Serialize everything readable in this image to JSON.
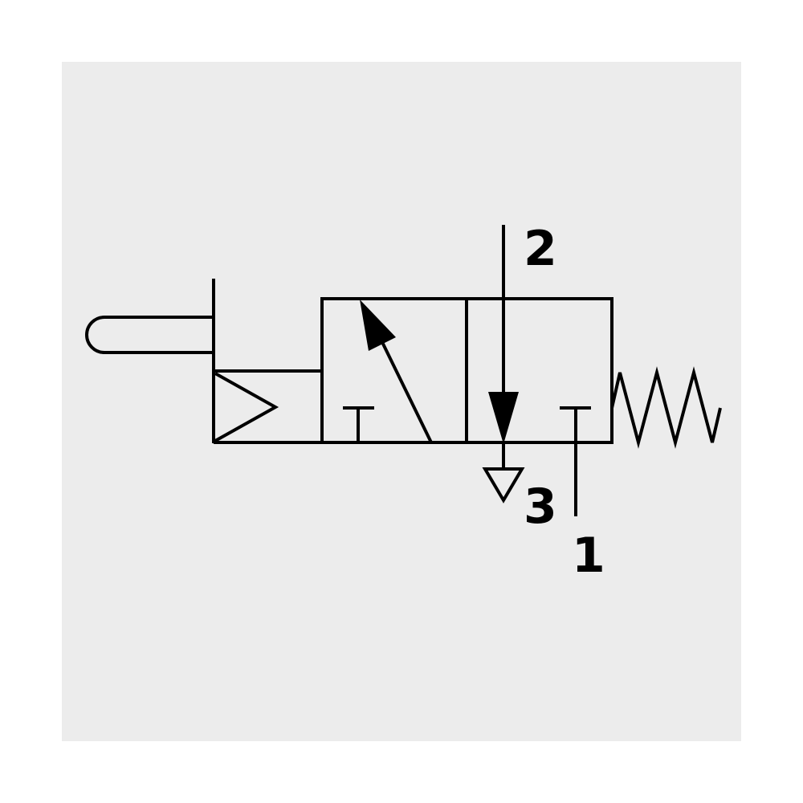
{
  "colors": {
    "page_background": "#ffffff",
    "panel_background": "#ececec",
    "line": "#000000"
  },
  "symbol": {
    "actuator_left": "push-button",
    "actuator_pilot": "pneumatic-pilot-triangle",
    "return": "spring",
    "ports": {
      "port_2": "2",
      "port_3": "3",
      "port_1": "1"
    }
  }
}
